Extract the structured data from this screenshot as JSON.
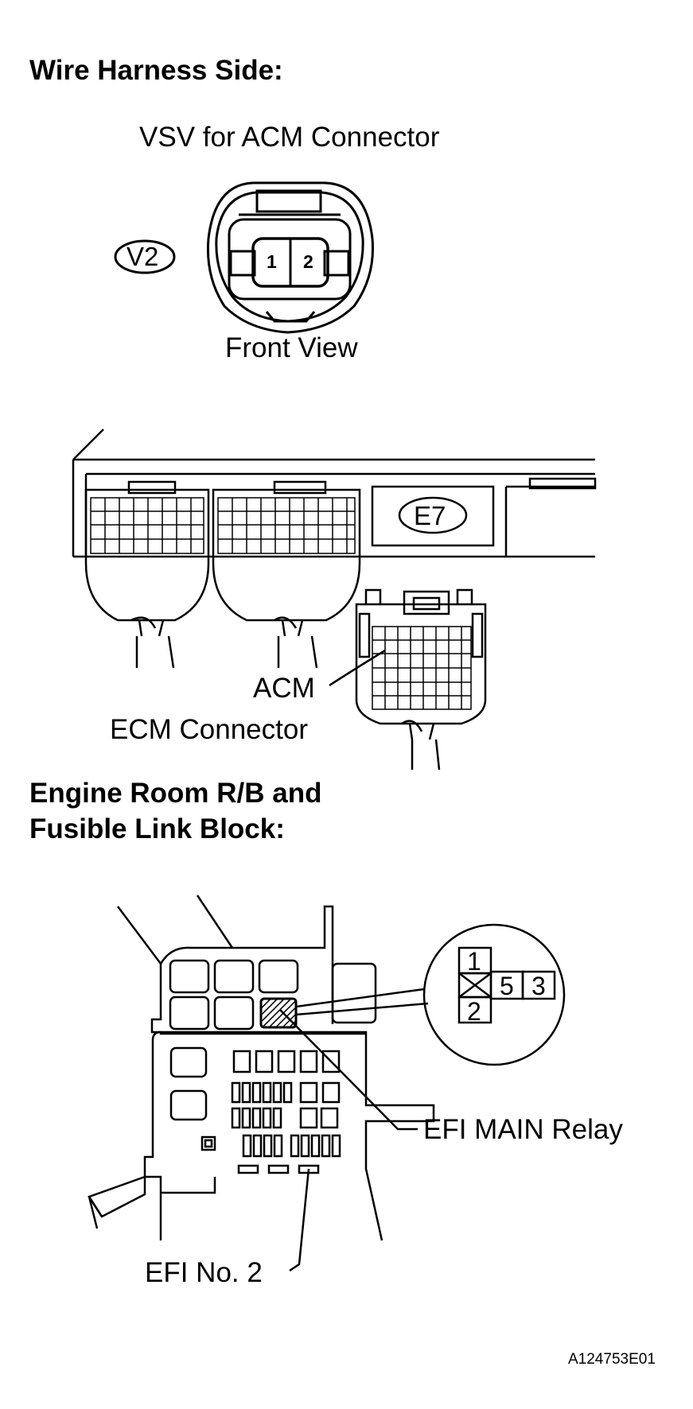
{
  "headers": {
    "wire_harness_side": "Wire Harness Side:",
    "engine_room_line1": "Engine Room R/B and",
    "engine_room_line2": "Fusible Link Block:"
  },
  "vsv": {
    "title": "VSV for ACM Connector",
    "code": "V2",
    "pin1": "1",
    "pin2": "2",
    "view": "Front View"
  },
  "ecm": {
    "code": "E7",
    "pointer_label": "ACM",
    "caption": "ECM Connector"
  },
  "relay_block": {
    "relay_label": "EFI MAIN Relay",
    "fuse_label": "EFI No. 2",
    "pins": {
      "p1": "1",
      "p2": "2",
      "p5": "5",
      "p3": "3"
    }
  },
  "figure_id": "A124753E01"
}
